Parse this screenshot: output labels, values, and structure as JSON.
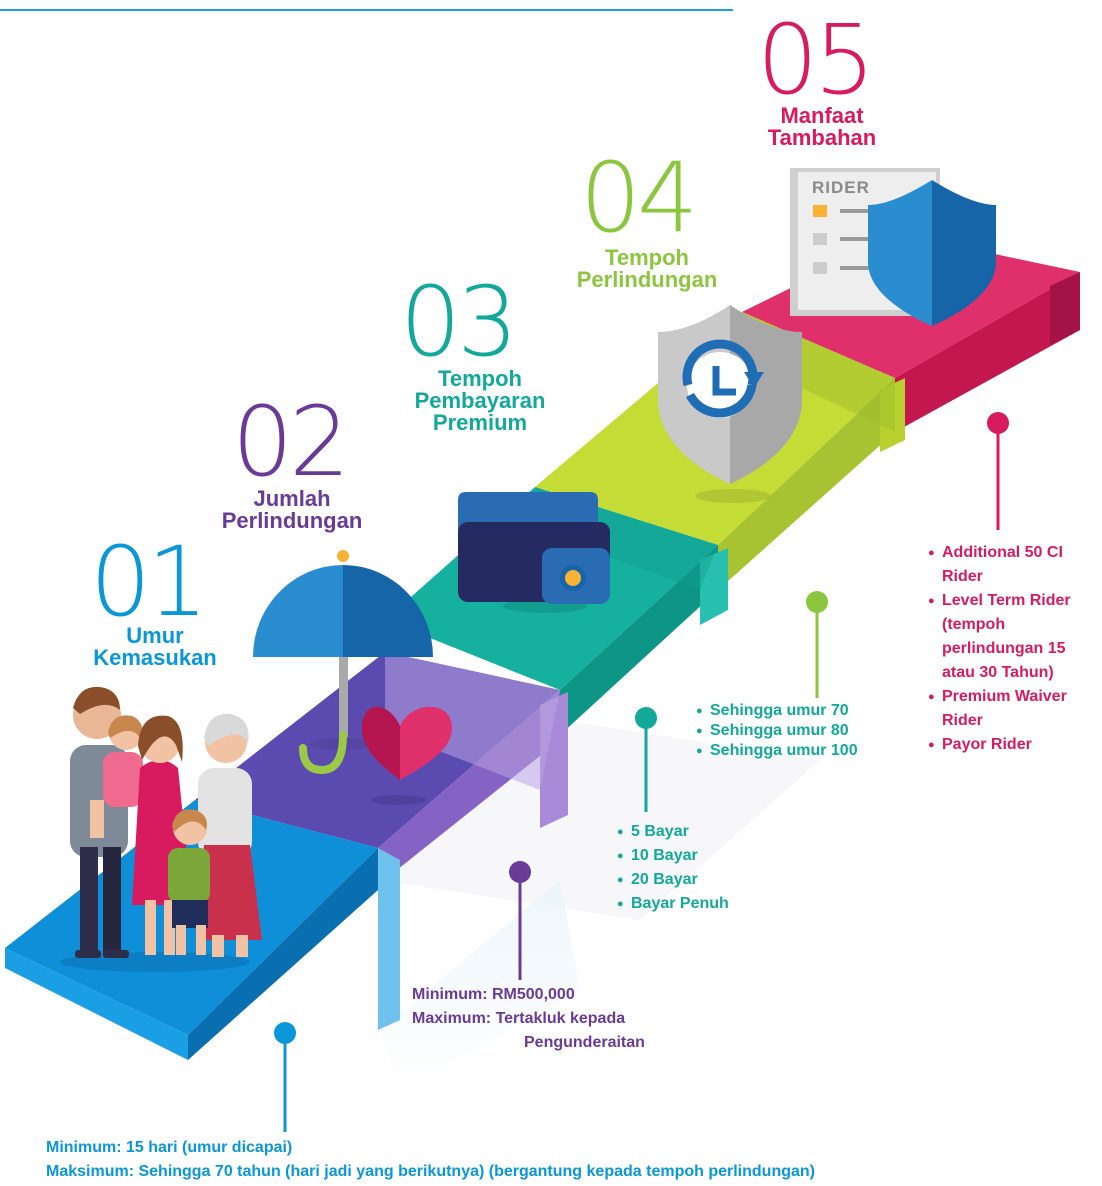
{
  "steps": [
    {
      "number": "01",
      "title_line1": "Umur",
      "title_line2": "Kemasukan",
      "color": "#0a97d8"
    },
    {
      "number": "02",
      "title_line1": "Jumlah",
      "title_line2": "Perlindungan",
      "color": "#6a3a97"
    },
    {
      "number": "03",
      "title_line1": "Tempoh",
      "title_line2": "Pembayaran",
      "title_line3": "Premium",
      "color": "#12a99a"
    },
    {
      "number": "04",
      "title_line1": "Tempoh",
      "title_line2": "Perlindungan",
      "color": "#8cc63f"
    },
    {
      "number": "05",
      "title_line1": "Manfaat",
      "title_line2": "Tambahan",
      "color": "#d81b5e"
    }
  ],
  "rider_card_label": "RIDER",
  "entry_age": {
    "min": "Minimum: 15 hari (umur dicapai)",
    "max": "Maksimum: Sehingga 70 tahun (hari jadi yang berikutnya) (bergantung kepada tempoh perlindungan)"
  },
  "sum_assured": {
    "min": "Minimum: RM500,000",
    "max_line1": "Maximum: Tertakluk kepada",
    "max_line2": "Pengunderaitan"
  },
  "payment_terms": [
    "5 Bayar",
    "10 Bayar",
    "20 Bayar",
    "Bayar Penuh"
  ],
  "coverage_terms": [
    "Sehingga umur 70",
    "Sehingga umur 80",
    "Sehingga umur 100"
  ],
  "riders": [
    "Additional 50 CI Rider",
    "Level Term Rider (tempoh perlindungan 15 atau 30 Tahun)",
    "Premium Waiver Rider",
    "Payor Rider"
  ]
}
